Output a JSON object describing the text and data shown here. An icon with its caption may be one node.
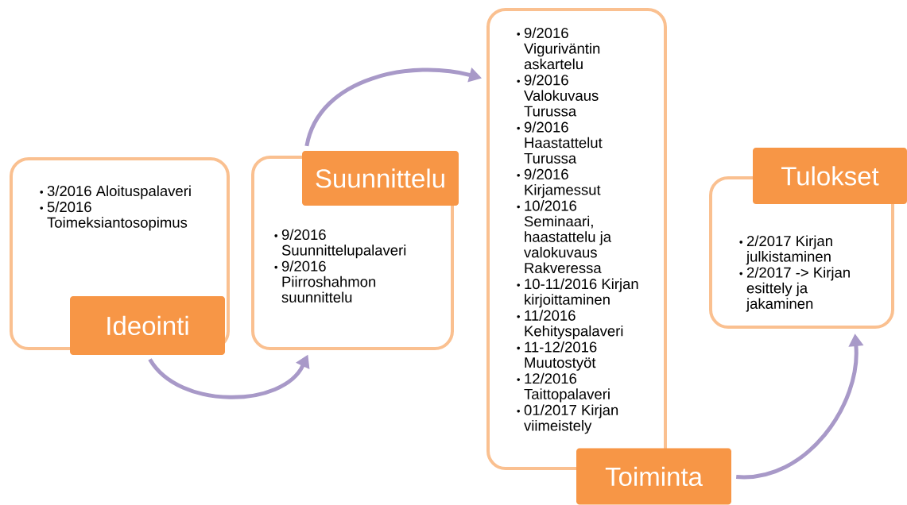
{
  "diagram": {
    "nodes": [
      {
        "text": [
          "3/2016 Aloituspalaveri",
          "5/2016 Toimeksiantosopimus"
        ]
      },
      {
        "text": [
          "Ideointi"
        ]
      },
      {
        "text": [
          "Suunnittelu"
        ]
      },
      {
        "text": [
          "9/2016 Suunnittelupalaveri",
          "9/2016 Piirroshahmon suunnittelu"
        ]
      },
      {
        "text": [
          "9/2016 Viguriväntin askartelu",
          "9/2016 Valokuvaus Turussa",
          "9/2016 Haastattelut Turussa",
          "9/2016 Kirjamessut",
          "10/2016 Seminaari, haastattelu ja valokuvaus Rakveressa",
          "10-11/2016 Kirjan kirjoittaminen",
          "11/2016 Kehityspalaveri",
          "11-12/2016 Muutostyöt",
          "12/2016 Taittopalaveri",
          "01/2017 Kirjan viimeistely"
        ]
      },
      {
        "text": [
          "Toiminta"
        ]
      },
      {
        "text": [
          "Tulokset"
        ]
      },
      {
        "text": [
          "2/2017 Kirjan julkistaminen",
          "2/2017 -> Kirjan esittely ja jakaminen"
        ]
      }
    ],
    "edges": [
      {
        "from": 1,
        "to": 3,
        "arrow": "to"
      },
      {
        "from": 2,
        "to": 4,
        "arrow": "to"
      },
      {
        "from": 5,
        "to": 7,
        "arrow": "to"
      }
    ]
  }
}
